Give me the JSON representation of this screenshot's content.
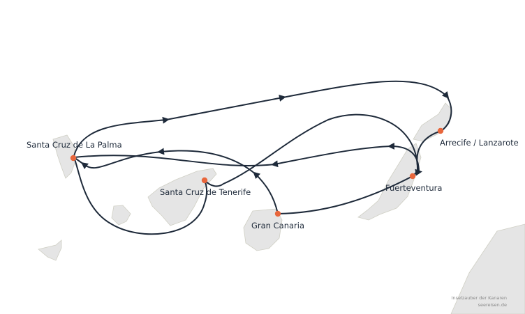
{
  "colors": {
    "land": "#e5e5e5",
    "route": "#1e2a3a",
    "port": "#e8663c",
    "label": "#1e2a3a",
    "credit": "#8a8a8a"
  },
  "ports": [
    {
      "id": "la-palma",
      "name": "Santa Cruz de La Palma"
    },
    {
      "id": "tenerife",
      "name": "Santa Cruz de Tenerife"
    },
    {
      "id": "gran-canaria",
      "name": "Gran Canaria"
    },
    {
      "id": "fuerteventura",
      "name": "Fuerteventura"
    },
    {
      "id": "lanzarote",
      "name": "Arrecife / Lanzarote"
    }
  ],
  "credit": {
    "line1": "Inselzauber der Kanaren",
    "line2": "seereisen.de"
  }
}
